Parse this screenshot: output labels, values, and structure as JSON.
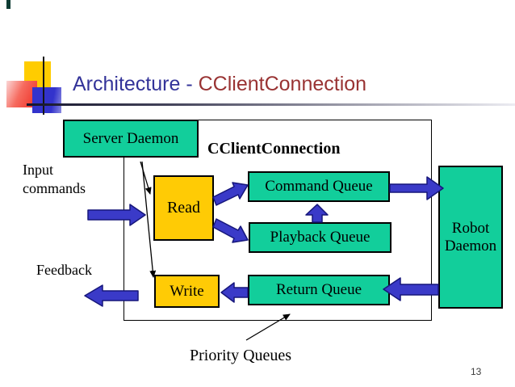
{
  "title": {
    "text_blue": "Architecture - ",
    "text_red": "CClientConnection"
  },
  "diagram": {
    "container_label": "CClientConnection",
    "boxes": {
      "server_daemon": "Server Daemon",
      "read": "Read",
      "write": "Write",
      "command_queue": "Command Queue",
      "playback_queue": "Playback Queue",
      "return_queue": "Return Queue",
      "robot_daemon": "Robot Daemon"
    },
    "labels": {
      "input_commands": "Input commands",
      "feedback": "Feedback",
      "priority_queues": "Priority Queues"
    }
  },
  "footer": {
    "page_number": "13"
  },
  "colors": {
    "queue_box": "#12ce9b",
    "process_box": "#ffcb05",
    "arrow_fill": "#3a3ac8",
    "arrow_outline": "#16167a",
    "title_blue": "#333399",
    "title_red": "#993333",
    "page_number_color": "#3c3c3c"
  }
}
